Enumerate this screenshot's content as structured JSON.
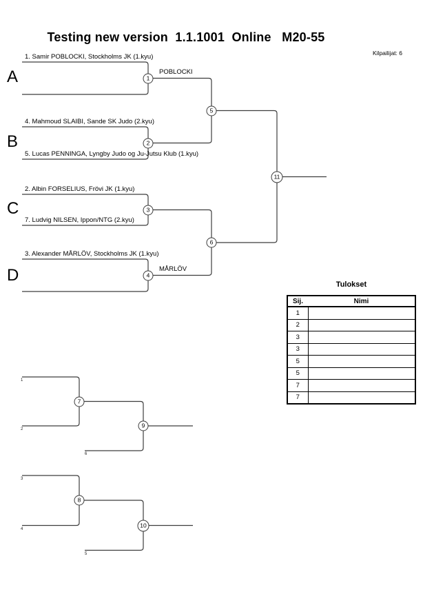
{
  "page": {
    "title": "Testing new version  1.1.1001  Online   M20-55",
    "participants_label": "Kilpailijat: 6"
  },
  "bracket": {
    "pool_labels": [
      "A",
      "B",
      "C",
      "D"
    ],
    "players": [
      "1. Samir POBLOCKI, Stockholms JK (1.kyu)",
      "4. Mahmoud SLAIBI, Sande SK Judo (2.kyu)",
      "5. Lucas PENNINGA, Lyngby Judo og Ju-Jutsu Klub (1.kyu)",
      "2. Albin FORSELIUS, Frövi JK (1.kyu)",
      "7. Ludvig NILSEN, Ippon/NTG (2.kyu)",
      "3. Alexander MÅRLÖV, Stockholms JK (1.kyu)"
    ],
    "winner_labels": {
      "match1": "POBLOCKI",
      "match4": "MÅRLÖV"
    },
    "match_numbers": {
      "m1": "1",
      "m2": "2",
      "m3": "3",
      "m4": "4",
      "m5": "5",
      "m6": "6",
      "m7": "7",
      "m8": "8",
      "m9": "9",
      "m10": "10",
      "m11": "11"
    }
  },
  "repechage": {
    "seed_labels": [
      "1",
      "2",
      "6",
      "3",
      "4",
      "5"
    ]
  },
  "results": {
    "title": "Tulokset",
    "columns": {
      "place": "Sij.",
      "name": "Nimi"
    },
    "rows": [
      {
        "place": "1",
        "name": ""
      },
      {
        "place": "2",
        "name": ""
      },
      {
        "place": "3",
        "name": ""
      },
      {
        "place": "3",
        "name": ""
      },
      {
        "place": "5",
        "name": ""
      },
      {
        "place": "5",
        "name": ""
      },
      {
        "place": "7",
        "name": ""
      },
      {
        "place": "7",
        "name": ""
      }
    ]
  },
  "colors": {
    "line": "#3c3c3c",
    "text": "#000000"
  }
}
